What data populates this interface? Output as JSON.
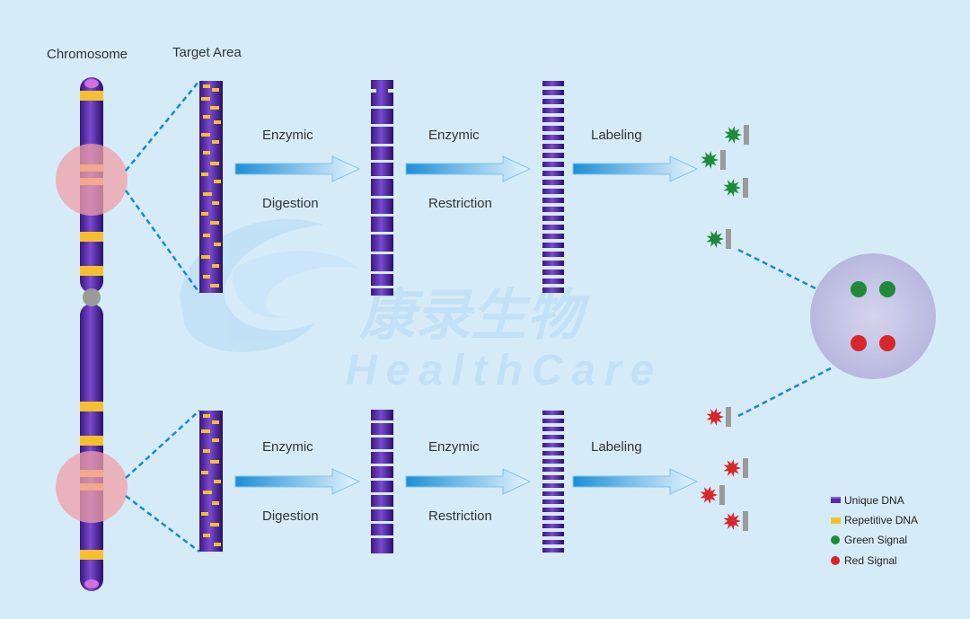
{
  "labels": {
    "chromosome": "Chromosome",
    "target_area": "Target Area"
  },
  "steps": [
    {
      "top": "Enzymic",
      "bottom": "Digestion"
    },
    {
      "top": "Enzymic",
      "bottom": "Restriction"
    },
    {
      "top": "Labeling"
    }
  ],
  "watermark": {
    "chinese": "康录生物",
    "english": "HealthCare"
  },
  "legend": [
    {
      "label": "Unique DNA",
      "color": "#5b2aa8"
    },
    {
      "label": "Repetitive DNA",
      "color": "#f5c030"
    },
    {
      "label": "Green Signal",
      "color": "#1e8a3a"
    },
    {
      "label": "Red Signal",
      "color": "#d8262a"
    }
  ],
  "colors": {
    "background": "#d6ebf8",
    "chromosome": "#5b2aa8",
    "repetitive": "#f5c030",
    "zoom_circle": "#f0a0a8",
    "dashed_line": "#1a8ac8",
    "arrow": "#2a98d8",
    "nucleus": "#c8c8e8",
    "green_signal": "#1e8a3a",
    "red_signal": "#d8262a"
  }
}
